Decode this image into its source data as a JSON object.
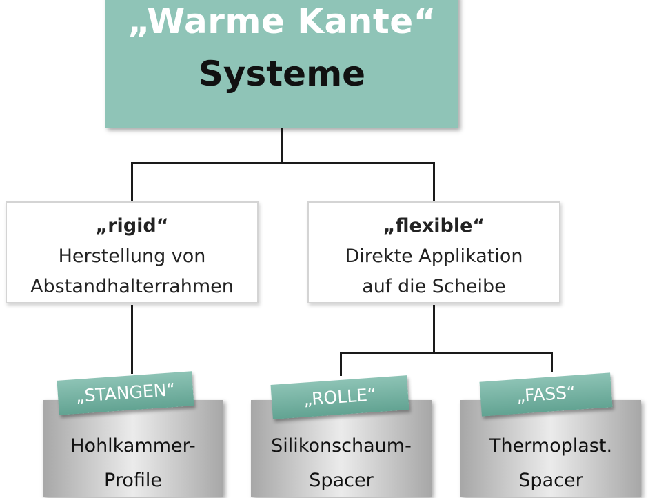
{
  "root": {
    "title": "„Warme Kante“",
    "subtitle": "Systeme"
  },
  "branches": [
    {
      "heading": "„rigid“",
      "lines": [
        "Herstellung von",
        "Abstandhalterrahmen"
      ]
    },
    {
      "heading": "„flexible“",
      "lines": [
        "Direkte Applikation",
        "auf die Scheibe"
      ]
    }
  ],
  "leaves": [
    {
      "tag": "„STANGEN“",
      "lines": [
        "Hohlkammer-",
        "Profile"
      ]
    },
    {
      "tag": "„ROLLE“",
      "lines": [
        "Silikonschaum-",
        "Spacer"
      ]
    },
    {
      "tag": "„FASS“",
      "lines": [
        "Thermoplast.",
        "Spacer"
      ]
    }
  ],
  "colors": {
    "root_fill": "#8fc4b7",
    "tag_fill": "#6aa998",
    "leaf_fill": "#cfcfcf",
    "connector": "#1a1a1a"
  }
}
